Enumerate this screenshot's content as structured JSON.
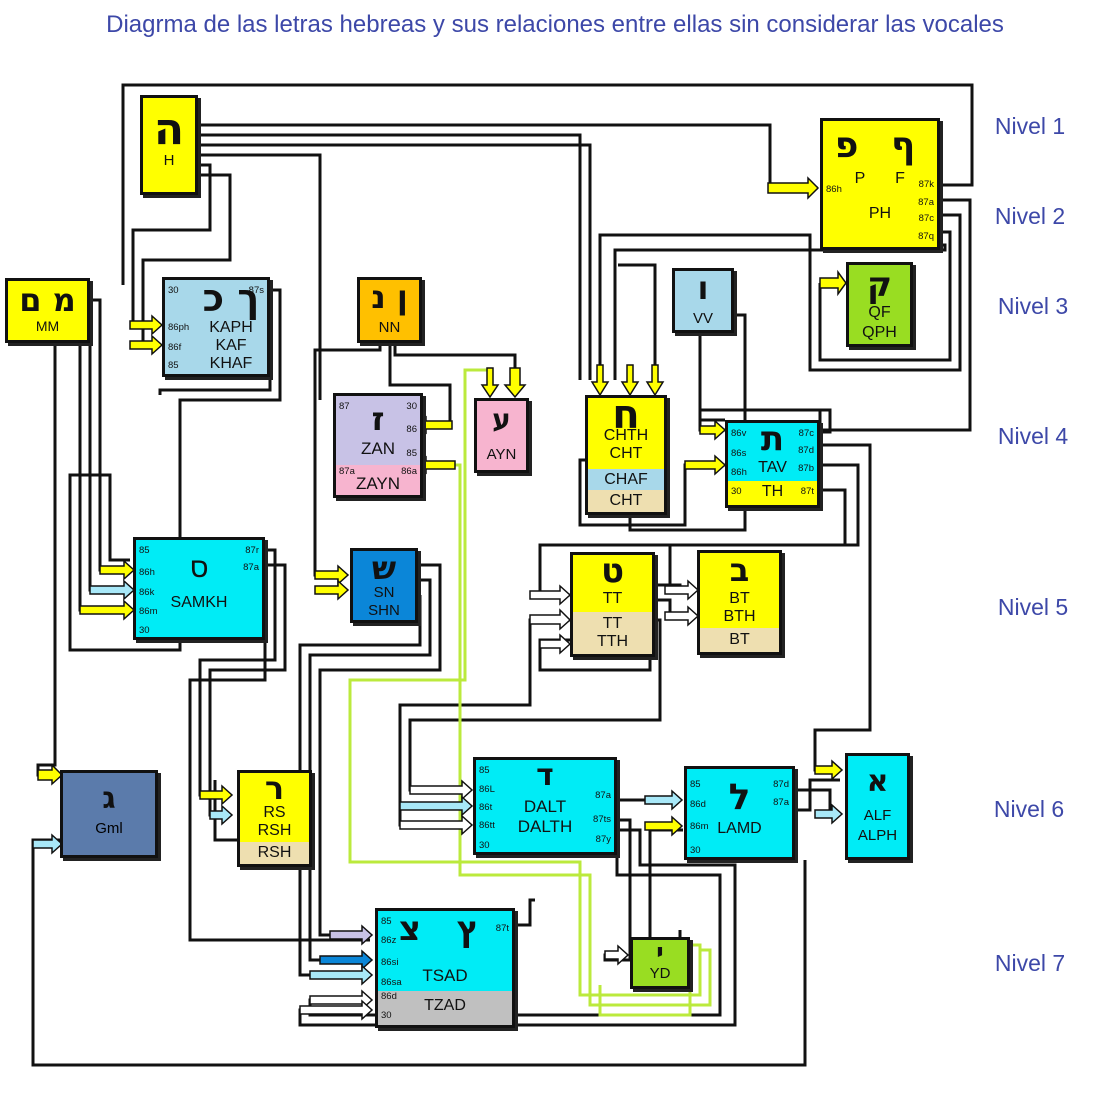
{
  "title": "Diagrma de las letras hebreas y sus relaciones entre ellas  sin considerar las vocales",
  "levels": [
    "Nivel 1",
    "Nivel 2",
    "Nivel 3",
    "Nivel 4",
    "Nivel 5",
    "Nivel 6",
    "Nivel 7"
  ],
  "colors": {
    "yellow": "#ffff00",
    "light_blue": "#a8d8ea",
    "cyan": "#00ecf6",
    "blue": "#0b86d8",
    "lavender": "#c8c2e6",
    "pink": "#f7b4cf",
    "orange": "#ffc000",
    "green": "#99dd22",
    "tan": "#eedfb0",
    "gray": "#c0c0c0",
    "slate": "#5b7bab",
    "wire": "#111111",
    "wire_green": "#bbea3c"
  },
  "boxes": {
    "h": {
      "hebrew": "ה",
      "names": [
        "H"
      ]
    },
    "mm": {
      "hebrew": "מ ם",
      "names": [
        "MM"
      ]
    },
    "kaph": {
      "hebrew": "ך כ",
      "names": [
        "KAPH",
        "KAF",
        "KHAF"
      ],
      "ports": [
        "30",
        "87s",
        "86ph",
        "86f",
        "85"
      ]
    },
    "nn": {
      "hebrew": "ן נ",
      "names": [
        "NN"
      ]
    },
    "ph": {
      "hebrew": "ף פ",
      "names": [
        "P",
        "F",
        "PH"
      ],
      "ports": [
        "86h",
        "87k",
        "87a",
        "87c",
        "87q"
      ]
    },
    "qf": {
      "hebrew": "ק",
      "names": [
        "QF",
        "QPH"
      ]
    },
    "vv": {
      "hebrew": "ו",
      "names": [
        "VV"
      ]
    },
    "zan": {
      "hebrew": "ז",
      "names": [
        "ZAN"
      ],
      "bottom": "ZAYN",
      "ports": [
        "87",
        "30",
        "86",
        "85",
        "87a",
        "86a"
      ]
    },
    "ayn": {
      "hebrew": "ע",
      "names": [
        "AYN"
      ]
    },
    "chth": {
      "hebrew": "ח",
      "names": [
        "CHTH",
        "CHT"
      ],
      "bottom1": "CHAF",
      "bottom2": "CHT"
    },
    "tav": {
      "hebrew": "ת",
      "names": [
        "TAV"
      ],
      "bottom": "TH",
      "ports": [
        "86v",
        "86s",
        "86h",
        "87c",
        "87d",
        "87b",
        "30",
        "87t"
      ]
    },
    "samkh": {
      "hebrew": "ס",
      "names": [
        "SAMKH"
      ],
      "ports": [
        "85",
        "87r",
        "87a",
        "86h",
        "86k",
        "86m",
        "30"
      ]
    },
    "shn": {
      "hebrew": "ש",
      "names": [
        "SN",
        "SHN"
      ]
    },
    "tt": {
      "hebrew": "ט",
      "names": [
        "TT"
      ],
      "bottom": [
        "TT",
        "TTH"
      ]
    },
    "bt": {
      "hebrew": "ב",
      "names": [
        "BT",
        "BTH"
      ],
      "bottom": "BT"
    },
    "gml": {
      "hebrew": "ג",
      "names": [
        "Gml"
      ]
    },
    "rs": {
      "hebrew": "ר",
      "names": [
        "RS",
        "RSH"
      ],
      "bottom": "RSH"
    },
    "dalt": {
      "hebrew": "ד",
      "names": [
        "DALT",
        "DALTH"
      ],
      "ports": [
        "85",
        "86L",
        "86t",
        "86tt",
        "30",
        "87a",
        "87ts",
        "87y"
      ]
    },
    "lamd": {
      "hebrew": "ל",
      "names": [
        "LAMD"
      ],
      "ports": [
        "85",
        "86d",
        "86m",
        "30",
        "87d",
        "87a"
      ]
    },
    "alf": {
      "hebrew": "א",
      "names": [
        "ALF",
        "ALPH"
      ]
    },
    "tsad": {
      "hebrew": "ץ צ",
      "names": [
        "TSAD"
      ],
      "bottom": "TZAD",
      "ports": [
        "85",
        "86z",
        "86si",
        "86sa",
        "86d",
        "30",
        "87t"
      ]
    },
    "yd": {
      "hebrew": "י",
      "names": [
        "YD"
      ]
    }
  }
}
